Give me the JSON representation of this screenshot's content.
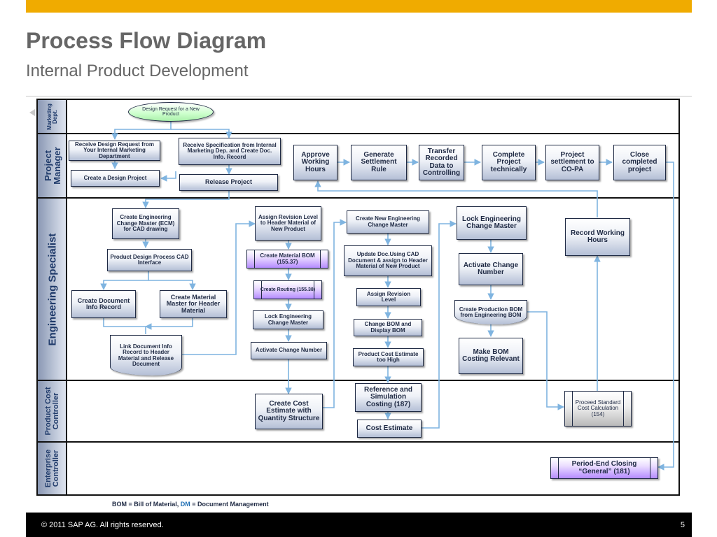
{
  "header": {
    "title": "Process Flow Diagram",
    "subtitle": "Internal Product Development"
  },
  "colors": {
    "accent_bar": "#f0ab00",
    "connector": "#7fb4e0",
    "lane_header": "#8a98b4",
    "start_oval": "#ccffcc",
    "subprocess_purple": "#b58cff"
  },
  "lanes": {
    "marketing": "Marketing Dept.",
    "project_manager": "Project Manager",
    "engineering": "Engineering Specialist",
    "cost_controller": "Product Cost Controller",
    "enterprise_controller": "Enterprise Controller"
  },
  "steps": {
    "design_request": "Design Request for a New Product",
    "receive_request": "Receive Design Request from Your Internal Marketing Department",
    "receive_spec": "Receive Specification from Internal Marketing Dep. and Create Doc. Info. Record",
    "create_project": "Create a Design Project",
    "release_project": "Release Project",
    "approve_hours": "Approve Working Hours",
    "generate_settlement": "Generate Settlement Rule",
    "transfer_data": "Transfer Recorded Data to Controlling",
    "complete_project": "Complete Project technically",
    "project_settlement": "Project settlement to CO-PA",
    "close_project": "Close completed project",
    "create_ecm": "Create Engineering Change Master (ECM) for CAD drawing",
    "cad_interface": "Product Design Process CAD Interface",
    "create_doc_info": "Create Document Info Record",
    "create_material_master": "Create Material Master for Header Material",
    "link_document": "Link Document Info Record to Header Material and Release Document",
    "assign_revision_header": "Assign Revision Level to Header Material of New Product",
    "create_material_bom": "Create Material BOM (155.37)",
    "create_routing": "Create Routing (155.38)",
    "lock_ecm_1": "Lock Engineering Change Master",
    "activate_change_1": "Activate Change Number",
    "create_new_ecm": "Create New Engineering Change Master",
    "update_doc": "Update Doc.Using CAD Document & assign to Header Material of New Product",
    "assign_revision": "Assign Revision Level",
    "change_bom": "Change BOM and Display BOM",
    "cost_too_high": "Product Cost Estimate too High",
    "lock_ecm_2": "Lock Engineering Change Master",
    "activate_change_2": "Activate Change Number",
    "production_bom": "Create Production BOM from Engineering BOM",
    "costing_relevant": "Make BOM Costing Relevant",
    "record_hours": "Record Working Hours",
    "cost_estimate_qty": "Create Cost Estimate with Quantity Structure",
    "reference_costing": "Reference and Simulation Costing (187)",
    "cost_estimate": "Cost Estimate",
    "standard_cost": "Proceed Standard Cost Calculation (154)",
    "period_end": "Period-End Closing “General” (181)"
  },
  "legend": {
    "bom": "BOM = Bill of Material,",
    "dm": "DM",
    "dm_def": "= Document Management"
  },
  "footer": {
    "copyright": "© 2011 SAP AG. All rights reserved.",
    "page": "5"
  }
}
